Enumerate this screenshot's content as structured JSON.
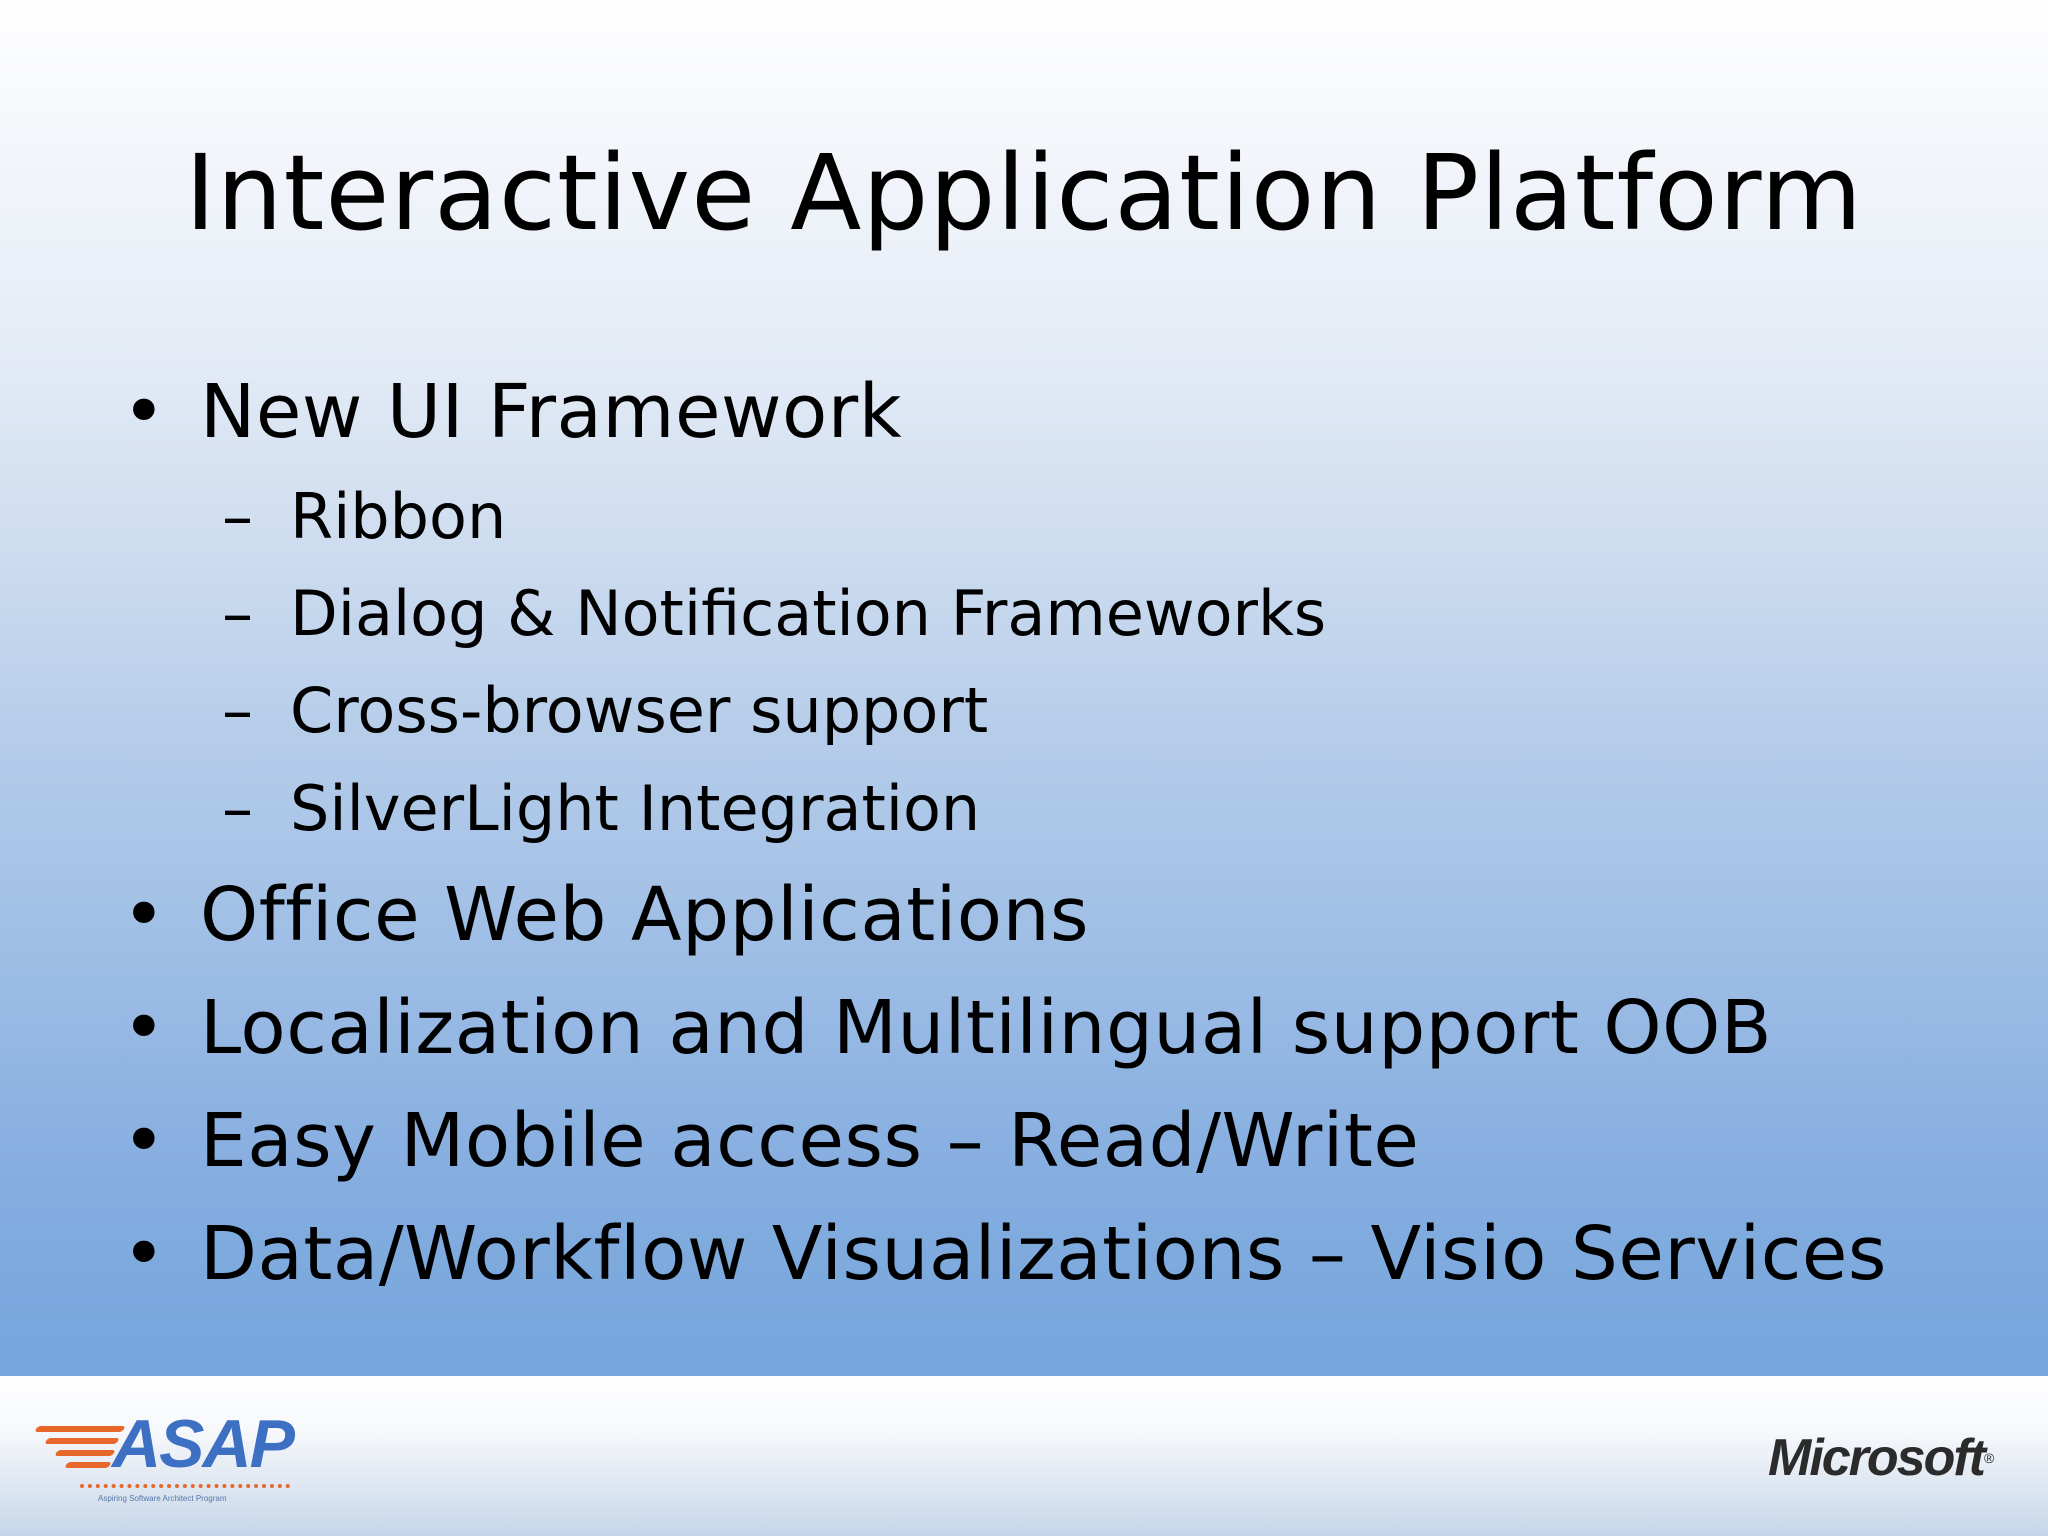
{
  "slide": {
    "title": "Interactive Application Platform",
    "bullet_mark": "•",
    "sub_mark": "–",
    "bullets": [
      {
        "text": "New UI Framework",
        "subitems": [
          "Ribbon",
          "Dialog & Notification Frameworks",
          "Cross-browser support",
          "SilverLight Integration"
        ]
      },
      {
        "text": "Office Web Applications"
      },
      {
        "text": "Localization and Multilingual support OOB"
      },
      {
        "text": "Easy Mobile access – Read/Write"
      },
      {
        "text": "Data/Workflow Visualizations – Visio Services"
      }
    ]
  },
  "footer": {
    "left_logo": {
      "text": "ASAP",
      "tagline": "Aspiring Software Architect Program",
      "color": "#3d6fc2",
      "accent": "#e8672a"
    },
    "right_logo": {
      "text": "Microsoft",
      "trademark": "®"
    }
  }
}
